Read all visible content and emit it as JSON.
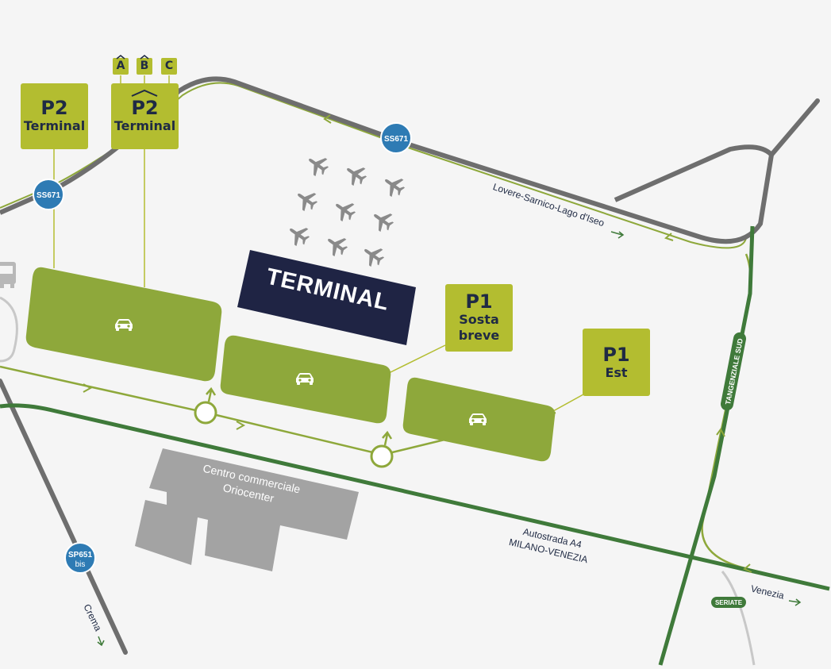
{
  "terminal": {
    "label": "TERMINAL"
  },
  "parking": {
    "p2_terminal_left": {
      "code": "P2",
      "name": "Terminal"
    },
    "p2_terminal_abc": {
      "code": "P2",
      "name": "Terminal",
      "tags": [
        "A",
        "B",
        "C"
      ]
    },
    "p1_sosta_breve": {
      "code": "P1",
      "line1": "Sosta",
      "line2": "breve"
    },
    "p1_est": {
      "code": "P1",
      "name": "Est"
    }
  },
  "road_badges": {
    "ss671_left": "SS671",
    "ss671_top": "SS671",
    "sp651": "SP651",
    "sp651_sub": "bis",
    "seriate": "SERIATE"
  },
  "labels": {
    "lovere": "Lovere-Sarnico-Lago d'Iseo",
    "tangenziale": "TANGENZIALE SUD",
    "autostrada_line1": "Autostrada A4",
    "autostrada_line2": "MILANO-VENEZIA",
    "venezia": "Venezia",
    "crema": "Crema",
    "oriocenter_line1": "Centro commerciale",
    "oriocenter_line2": "Oriocenter"
  },
  "colors": {
    "background": "#f5f5f5",
    "parking_lot": "#8ea83b",
    "parking_box": "#b3bd30",
    "road_gray": "#6e6e6e",
    "road_green_light": "#8ea83b",
    "highway_green": "#3f7a3a",
    "terminal": "#1f2444",
    "badge_blue": "#2e7bb4",
    "mall": "#a3a3a3",
    "text_dark": "#1f2a44"
  }
}
